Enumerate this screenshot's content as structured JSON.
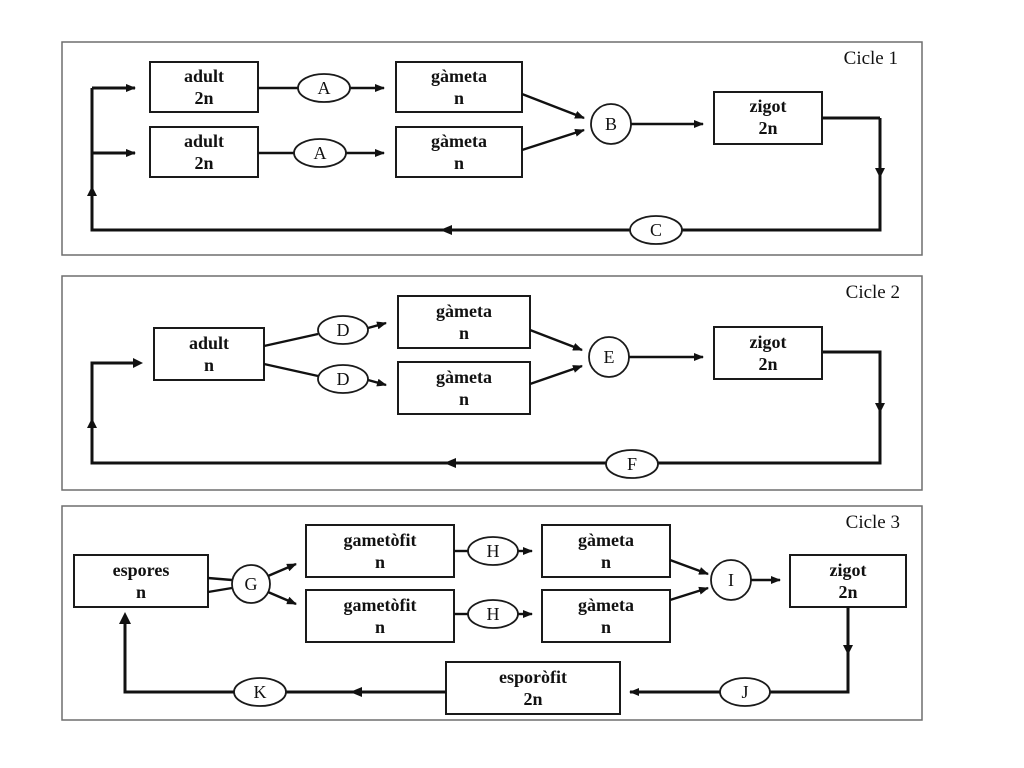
{
  "cycle1": {
    "title": "Cicle 1",
    "adult_top": {
      "name": "adult",
      "ploidy": "2n"
    },
    "adult_bottom": {
      "name": "adult",
      "ploidy": "2n"
    },
    "gamete_top": {
      "name": "gàmeta",
      "ploidy": "n"
    },
    "gamete_bottom": {
      "name": "gàmeta",
      "ploidy": "n"
    },
    "zygote": {
      "name": "zigot",
      "ploidy": "2n"
    },
    "step_a_top": "A",
    "step_a_bottom": "A",
    "step_b": "B",
    "step_c": "C"
  },
  "cycle2": {
    "title": "Cicle 2",
    "adult": {
      "name": "adult",
      "ploidy": "n"
    },
    "gamete_top": {
      "name": "gàmeta",
      "ploidy": "n"
    },
    "gamete_bottom": {
      "name": "gàmeta",
      "ploidy": "n"
    },
    "zygote": {
      "name": "zigot",
      "ploidy": "2n"
    },
    "step_d_top": "D",
    "step_d_bottom": "D",
    "step_e": "E",
    "step_f": "F"
  },
  "cycle3": {
    "title": "Cicle 3",
    "spores": {
      "name": "espores",
      "ploidy": "n"
    },
    "gametophyte_top": {
      "name": "gametòfit",
      "ploidy": "n"
    },
    "gametophyte_bottom": {
      "name": "gametòfit",
      "ploidy": "n"
    },
    "gamete_top": {
      "name": "gàmeta",
      "ploidy": "n"
    },
    "gamete_bottom": {
      "name": "gàmeta",
      "ploidy": "n"
    },
    "zygote": {
      "name": "zigot",
      "ploidy": "2n"
    },
    "sporophyte": {
      "name": "esporòfit",
      "ploidy": "2n"
    },
    "step_g": "G",
    "step_h_top": "H",
    "step_h_bottom": "H",
    "step_i": "I",
    "step_j": "J",
    "step_k": "K"
  }
}
